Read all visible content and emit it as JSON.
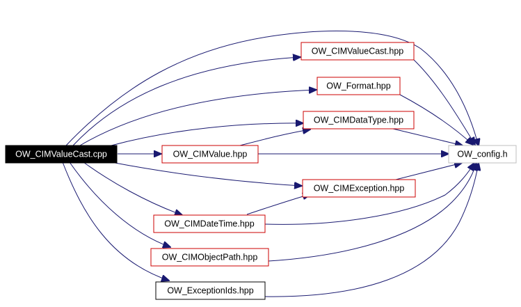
{
  "graph": {
    "colors": {
      "root_fill": "#000000",
      "root_text": "#ffffff",
      "documented_border": "#cc0000",
      "undocumented_border": "#000000",
      "external_border": "#bfbfbf",
      "edge": "#191970"
    },
    "nodes": {
      "root": "OW_CIMValueCast.cpp",
      "cimvaluecast_hpp": "OW_CIMValueCast.hpp",
      "format_hpp": "OW_Format.hpp",
      "cimdatatype_hpp": "OW_CIMDataType.hpp",
      "cimvalue_hpp": "OW_CIMValue.hpp",
      "config_h": "OW_config.h",
      "cimexception_hpp": "OW_CIMException.hpp",
      "cimdatetime_hpp": "OW_CIMDateTime.hpp",
      "cimobjectpath_hpp": "OW_CIMObjectPath.hpp",
      "exceptionids_hpp": "OW_ExceptionIds.hpp"
    }
  }
}
